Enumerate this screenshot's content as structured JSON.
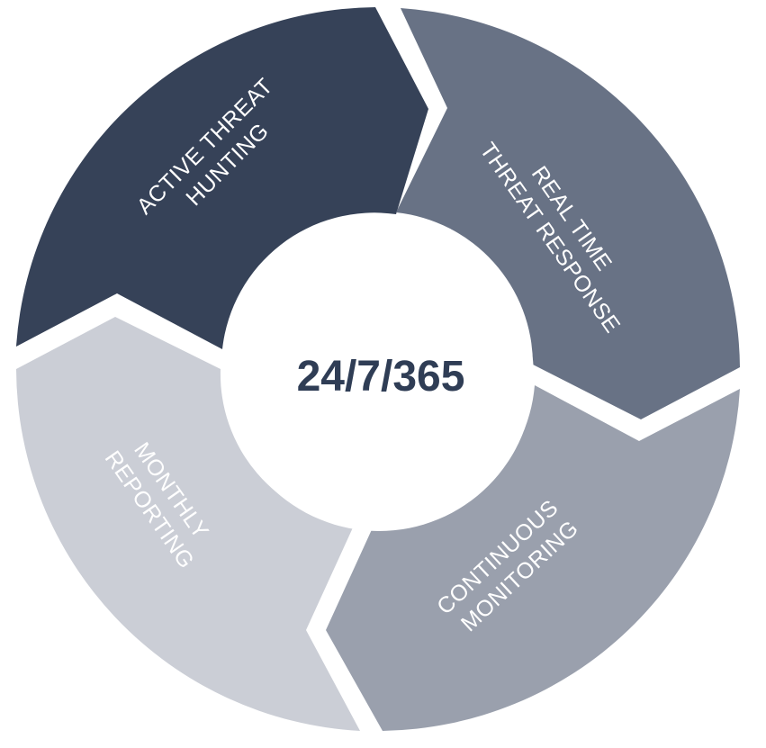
{
  "center": {
    "text": "24/7/365"
  },
  "segments": [
    {
      "id": "active",
      "lines": [
        "ACTIVE THREAT",
        "HUNTING"
      ],
      "color": "#364258"
    },
    {
      "id": "realtime",
      "lines": [
        "REAL TIME",
        "THREAT RESPONSE"
      ],
      "color": "#687285"
    },
    {
      "id": "monitoring",
      "lines": [
        "CONTINUOUS",
        "MONITORING"
      ],
      "color": "#9aa0ad"
    },
    {
      "id": "reporting",
      "lines": [
        "MONTHLY",
        "REPORTING"
      ],
      "color": "#cbced6"
    }
  ]
}
